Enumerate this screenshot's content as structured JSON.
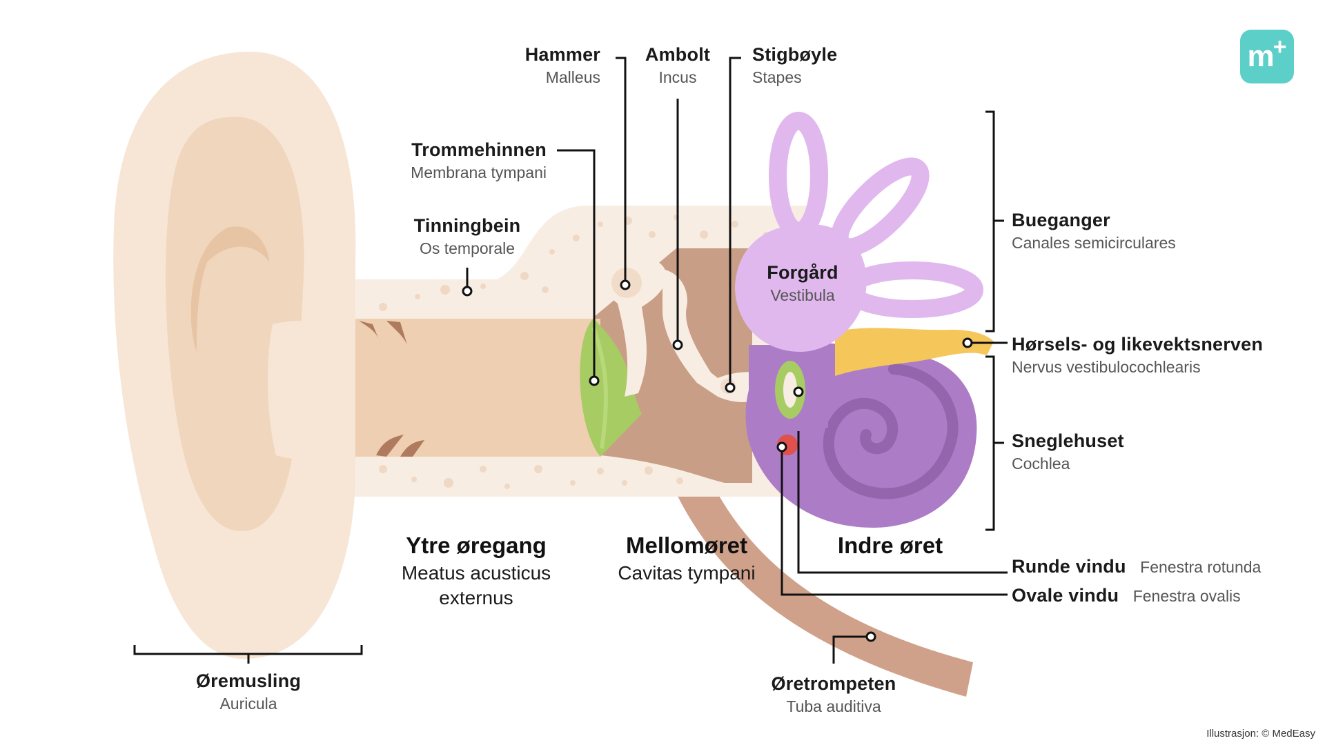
{
  "labels": {
    "hammer": {
      "main": "Hammer",
      "sub": "Malleus"
    },
    "ambolt": {
      "main": "Ambolt",
      "sub": "Incus"
    },
    "stigboyle": {
      "main": "Stigbøyle",
      "sub": "Stapes"
    },
    "trommehinnen": {
      "main": "Trommehinnen",
      "sub": "Membrana tympani"
    },
    "tinningbein": {
      "main": "Tinningbein",
      "sub": "Os temporale"
    },
    "forgard": {
      "main": "Forgård",
      "sub": "Vestibula"
    },
    "bueganger": {
      "main": "Bueganger",
      "sub": "Canales semicirculares"
    },
    "nerve": {
      "main": "Hørsels- og likevektsnerven",
      "sub": "Nervus vestibulocochlearis"
    },
    "sneglehuset": {
      "main": "Sneglehuset",
      "sub": "Cochlea"
    },
    "runde_vindu": {
      "main": "Runde vindu",
      "sub": "Fenestra rotunda"
    },
    "ovale_vindu": {
      "main": "Ovale vindu",
      "sub": "Fenestra ovalis"
    },
    "oretrompeten": {
      "main": "Øretrompeten",
      "sub": "Tuba auditiva"
    },
    "oremusling": {
      "main": "Øremusling",
      "sub": "Auricula"
    }
  },
  "regions": {
    "ytre": {
      "main": "Ytre øregang",
      "sub1": "Meatus acusticus",
      "sub2": "externus"
    },
    "mellom": {
      "main": "Mellomøret",
      "sub1": "Cavitas tympani"
    },
    "indre": {
      "main": "Indre øret"
    }
  },
  "credit": "Illustrasjon: © MedEasy",
  "logo": {
    "letter": "m",
    "plus": "+"
  },
  "colors": {
    "skin_light": "#f7e6d6",
    "skin_mid": "#f0d6bc",
    "skin_dark": "#e7c4a4",
    "bone": "#f8ede3",
    "cavity": "#c99e86",
    "tube": "#cfa18a",
    "eardrum": "#a7cc63",
    "vestibule": "#e0b8ee",
    "cochlea": "#ad7cc7",
    "nerve": "#f5c65a",
    "round_window": "#e0504d",
    "logo": "#5ccfc8"
  }
}
